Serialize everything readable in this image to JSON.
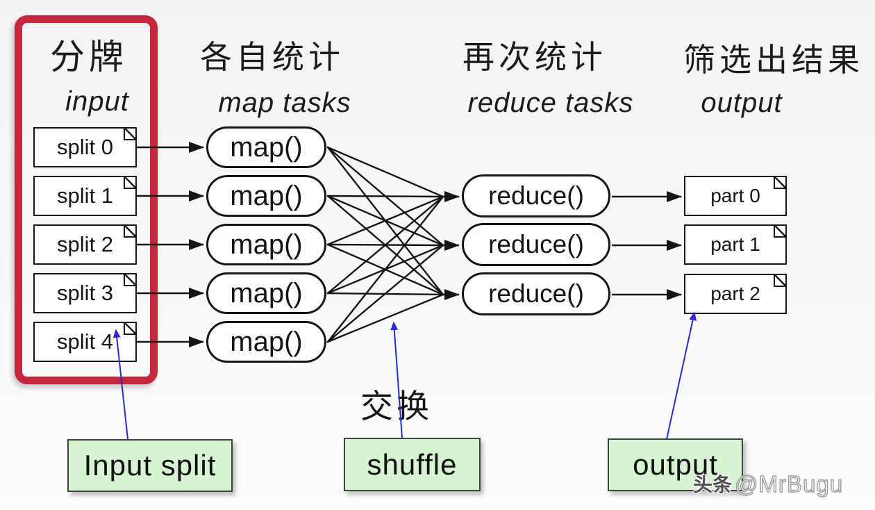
{
  "diagram": {
    "columns": {
      "input": {
        "title_zh": "分牌",
        "title_en": "input"
      },
      "map": {
        "title_zh": "各自统计",
        "title_en": "map tasks"
      },
      "reduce": {
        "title_zh": "再次统计",
        "title_en": "reduce tasks"
      },
      "output": {
        "title_zh": "筛选出结果",
        "title_en": "output"
      }
    },
    "splits": [
      "split 0",
      "split 1",
      "split 2",
      "split 3",
      "split 4"
    ],
    "maps": [
      "map()",
      "map()",
      "map()",
      "map()",
      "map()"
    ],
    "reduces": [
      "reduce()",
      "reduce()",
      "reduce()"
    ],
    "parts": [
      "part 0",
      "part 1",
      "part 2"
    ],
    "shuffle_annotation": "交换",
    "callouts": {
      "input_split": "Input split",
      "shuffle": "shuffle",
      "output": "output"
    },
    "watermark": {
      "prefix": "头条",
      "handle": "@MrBugu"
    }
  },
  "colors": {
    "frame_red": "#c5273c",
    "callout_green": "#d6f3d2",
    "arrow_blue": "#2a2ad0",
    "line_black": "#151515",
    "background": "#f6f6f7"
  }
}
